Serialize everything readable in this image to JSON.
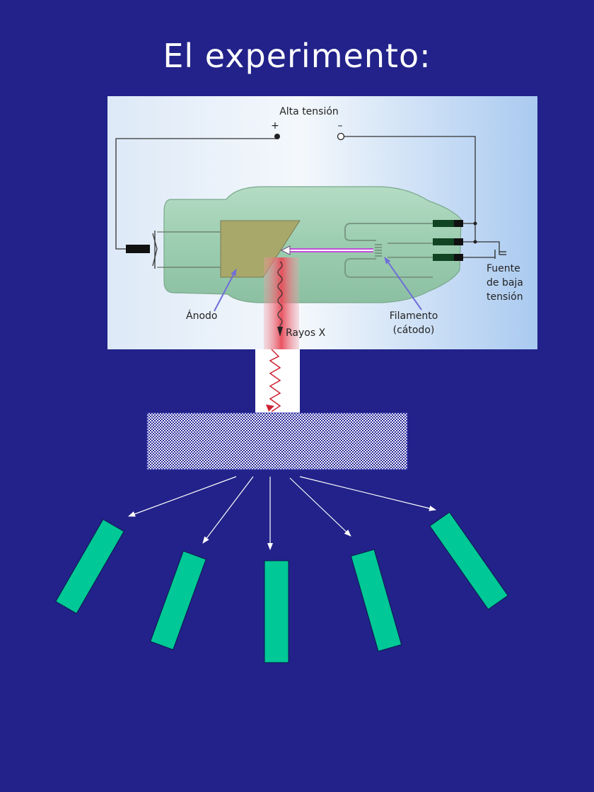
{
  "slide": {
    "title": "El experimento:"
  },
  "tube_diagram": {
    "high_voltage_label": "Alta tensión",
    "plus_sign": "+",
    "minus_sign": "–",
    "low_voltage_label": [
      "Fuente",
      "de baja",
      "tensión"
    ],
    "anode_label": "Ánodo",
    "filament_label": [
      "Filamento",
      "(cátodo)"
    ],
    "xray_label": "Rayos X"
  },
  "colors": {
    "background": "#22228a",
    "detector": "#00c896",
    "arrow": "#ffffff",
    "crystal": "#2a2a9a",
    "xray_beam": "#e04050"
  }
}
